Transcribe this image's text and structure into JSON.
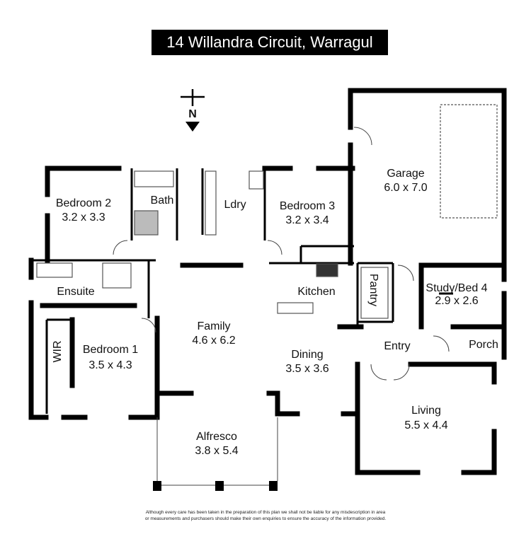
{
  "title": "14 Willandra Circuit, Warragul",
  "compass": {
    "label": "N"
  },
  "rooms": {
    "garage": {
      "name": "Garage",
      "size": "6.0 x 7.0"
    },
    "bedroom2": {
      "name": "Bedroom 2",
      "size": "3.2 x 3.3"
    },
    "bath": {
      "name": "Bath"
    },
    "ldry": {
      "name": "Ldry"
    },
    "bedroom3": {
      "name": "Bedroom 3",
      "size": "3.2 x 3.4"
    },
    "ensuite": {
      "name": "Ensuite"
    },
    "kitchen": {
      "name": "Kitchen"
    },
    "pantry": {
      "name": "Pantry"
    },
    "study": {
      "name": "Study/Bed 4",
      "size": "2.9 x 2.6"
    },
    "family": {
      "name": "Family",
      "size": "4.6 x 6.2"
    },
    "wir": {
      "name": "WIR"
    },
    "bedroom1": {
      "name": "Bedroom 1",
      "size": "3.5 x 4.3"
    },
    "entry": {
      "name": "Entry"
    },
    "porch": {
      "name": "Porch"
    },
    "dining": {
      "name": "Dining",
      "size": "3.5 x 3.6"
    },
    "living": {
      "name": "Living",
      "size": "5.5 x 4.4"
    },
    "alfresco": {
      "name": "Alfresco",
      "size": "3.8 x 5.4"
    }
  },
  "disclaimer": [
    "Although every care has been taken in the preparation of this plan we shall not be liable for any misdescription in area",
    "or measurements and purchasers should make their own enquiries to ensure the accuracy of the information provided."
  ]
}
